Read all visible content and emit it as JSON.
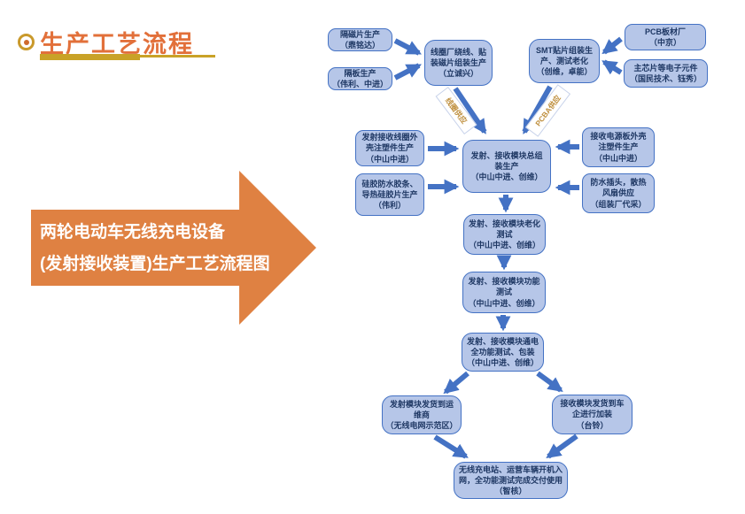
{
  "header": {
    "title": "生产工艺流程"
  },
  "banner": {
    "line1": "两轮电动车无线充电设备",
    "line2": "(发射接收装置)生产工艺流程图"
  },
  "flow_labels": {
    "coil_supply": "线圈供应",
    "pcba_supply": "PCBA供应"
  },
  "nodes": {
    "magnet_sheet": "隔磁片生产\n（鼎铭达）",
    "partition": "隔板生产\n（伟利、中进）",
    "coil_factory": "线圈厂绕线、贴\n装磁片组装生产\n（立诚兴）",
    "smt": "SMT贴片组装生\n产、测试老化\n（创维，卓能）",
    "pcb": "PCB板材厂\n（中京）",
    "chips": "主芯片等电子元件\n（国民技术、钰秀）",
    "tx_coil_shell": "发射接收线圈外\n壳注塑件生产\n（中山中进）",
    "silicone": "硅胶防水胶条、\n导热硅胶片生产\n（伟利）",
    "assembly": "发射、接收模块总组\n装生产\n（中山中进、创维）",
    "rx_power_shell": "接收电源板外壳\n注塑件生产\n（中山中进）",
    "plug_fan": "防水插头，散热\n风扇供应\n（组装厂代采）",
    "aging_test": "发射、接收模块老化\n测试\n（中山中进、创维）",
    "function_test": "发射、接收模块功能\n测试\n（中山中进、创维）",
    "full_test": "发射、接收模块通电\n全功能测试、包装\n（中山中进、创维）",
    "tx_ship": "发射模块发货到运\n维商\n（无线电网示范区）",
    "rx_ship": "接收模块发货到车\n企进行加装\n（台铃）",
    "final": "无线充电站、运营车辆开机入\n网，全功能测试完成交付使用\n（智核）"
  },
  "colors": {
    "accent_blue": "#4472c4",
    "node_fill": "#b6c6e8",
    "node_text": "#1f3864",
    "title_orange": "#e2703a",
    "gold": "#c9a227",
    "banner_orange": "#df8142",
    "tag_text": "#bf8f3e"
  }
}
